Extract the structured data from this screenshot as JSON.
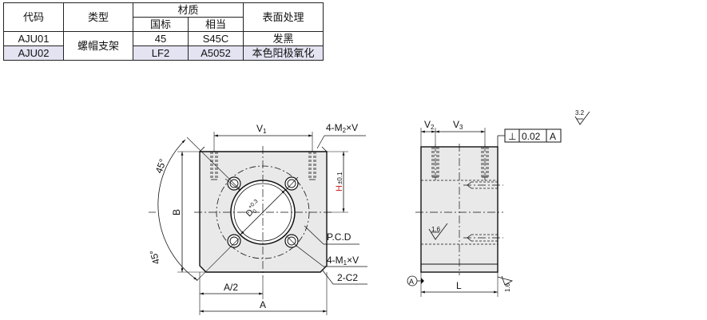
{
  "table": {
    "headers": {
      "code": "代码",
      "type": "类型",
      "material": "材质",
      "material_gb": "国标",
      "material_equiv": "相当",
      "surface": "表面处理"
    },
    "rows": [
      {
        "code": "AJU01",
        "gb": "45",
        "equiv": "S45C",
        "surface": "发黑"
      },
      {
        "code": "AJU02",
        "gb": "LF2",
        "equiv": "A5052",
        "surface": "本色阳极氧化"
      }
    ],
    "type_value": "螺帽支架"
  },
  "drawing": {
    "front": {
      "v1": "V",
      "v1_sub": "1",
      "m2": "4-M",
      "m2_sub": "2",
      "m2_suffix": "×V",
      "h": "H",
      "h_tol": "±0.1",
      "d": "D",
      "d_tol_upper": "+0.3",
      "d_tol_lower": "0",
      "b": "B",
      "angle_top": "45°",
      "angle_bottom": "45°",
      "pcd": "P.C.D",
      "m1": "4-M",
      "m1_sub": "1",
      "m1_suffix": "×V",
      "c2": "2-C2",
      "a_half": "A/2",
      "a": "A"
    },
    "side": {
      "v2": "V",
      "v2_sub": "2",
      "v3": "V",
      "v3_sub": "3",
      "perp_symbol": "⊥",
      "perp_value": "0.02",
      "datum": "A",
      "datum_circle": "A",
      "l": "L",
      "rough_top": "3.2",
      "rough_mid": "1.6",
      "rough_right": "1.6"
    }
  }
}
